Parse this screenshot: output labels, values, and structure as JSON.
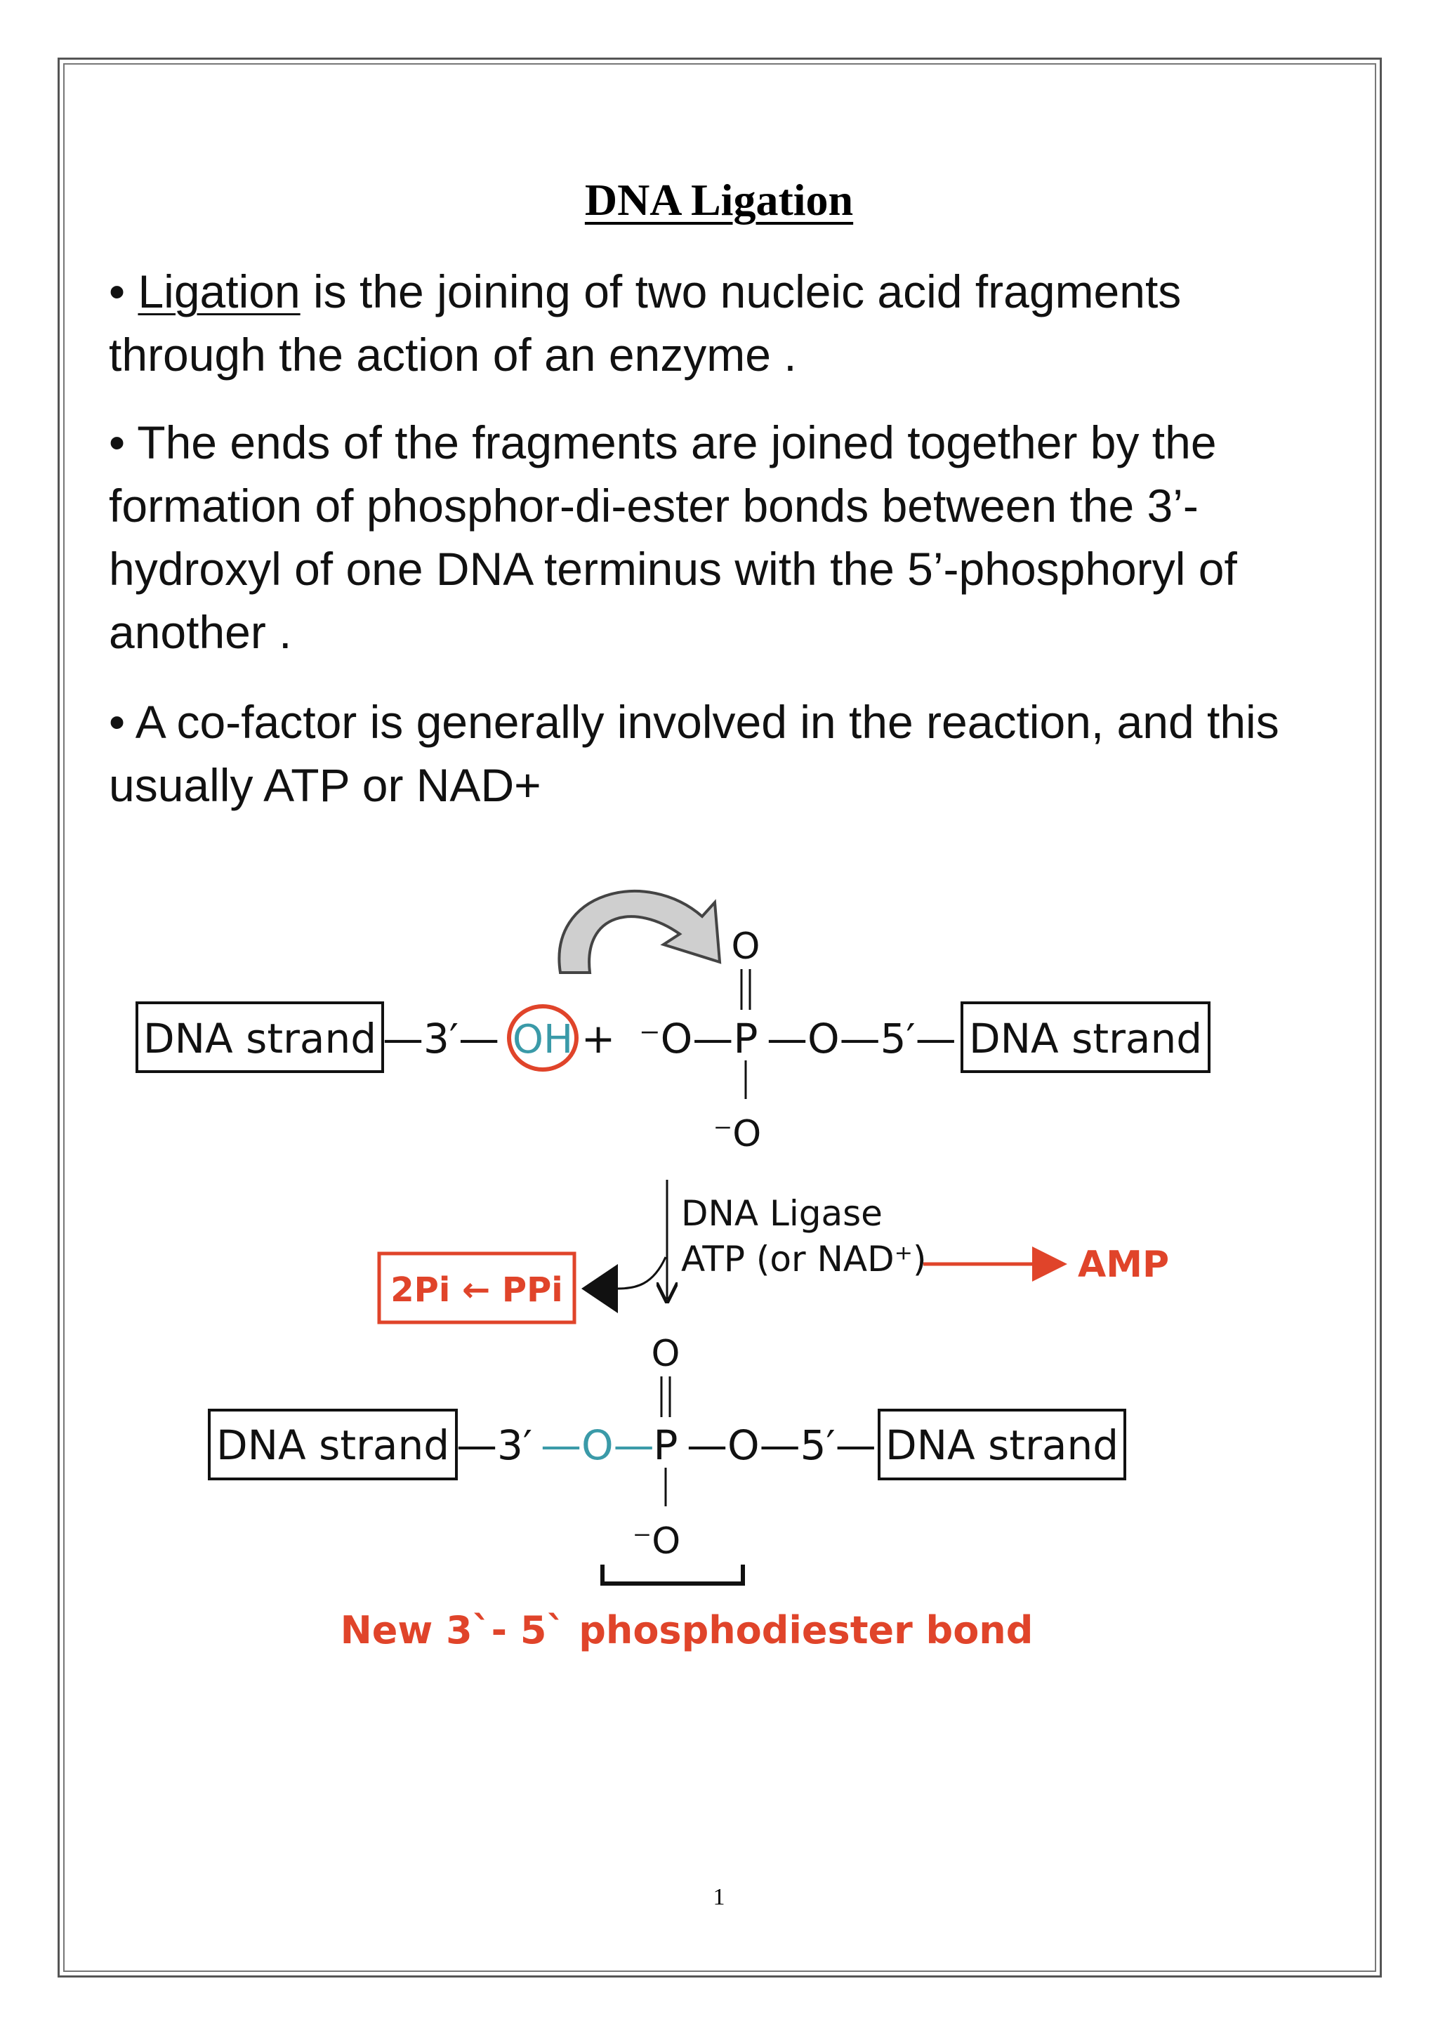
{
  "document": {
    "title": "DNA Ligation",
    "para1": {
      "bullet": "• ",
      "term": "Ligation",
      "rest": " is the joining of two nucleic acid fragments through the action of an enzyme ."
    },
    "para2": "• The ends of the fragments are joined together by the formation of phosphor-di-ester bonds between the 3’-hydroxyl of one DNA terminus with the 5’-phosphoryl of another .",
    "para3": "• A co-factor is generally involved in the reaction, and this usually ATP or NAD+",
    "page_number": "1"
  },
  "diagram": {
    "top": {
      "left_box": "DNA strand",
      "left_link": "—3′—",
      "oh": "OH",
      "plus": "+",
      "minus_o": "⁻O—",
      "p": "P",
      "right_link": "—O—5′—",
      "right_box": "DNA strand",
      "o_top": "O",
      "o_bottom": "⁻O"
    },
    "enzyme": "DNA Ligase",
    "cofactor": "ATP (or NAD⁺)",
    "amp": "AMP",
    "ppi": "2Pi ← PPi",
    "bottom": {
      "left_box": "DNA strand",
      "left_link": "—3′",
      "ester_o": "—O—",
      "p": "P",
      "right_link": "—O—5′—",
      "right_box": "DNA strand",
      "o_top": "O",
      "o_bottom": "⁻O"
    },
    "bond_caption": "New 3`- 5` phosphodiester bond"
  },
  "colors": {
    "accent_red": "#e0442a",
    "ester_teal": "#3a9aa8",
    "arrow_gray": "#cfcfcf",
    "text": "#111111"
  }
}
